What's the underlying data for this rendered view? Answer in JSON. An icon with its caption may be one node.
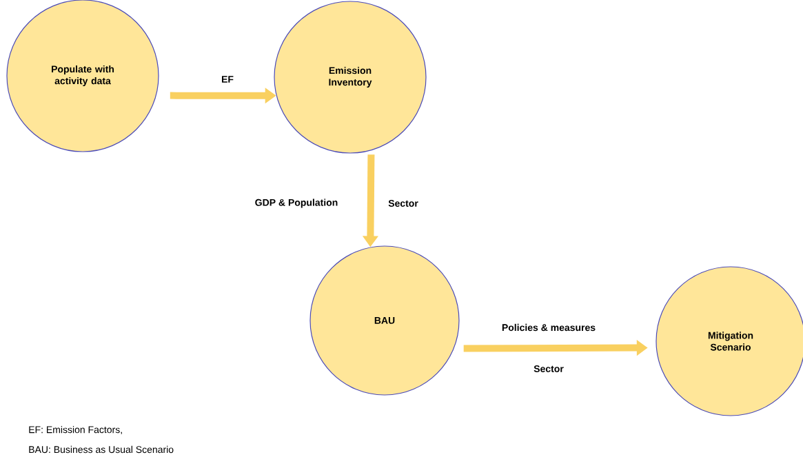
{
  "diagram": {
    "nodes": [
      {
        "text": [
          "Populate with activity data"
        ]
      },
      {
        "text": [
          "Emission Inventory"
        ]
      },
      {
        "text": [
          "BAU"
        ]
      },
      {
        "text": [
          "Mitigation Scenario"
        ]
      }
    ],
    "edges": [
      {
        "from": 0,
        "to": 1,
        "arrow": "to",
        "label": "EF"
      },
      {
        "from": 1,
        "to": 2,
        "arrow": "to",
        "label": "GDP & Population"
      },
      {
        "from": 2,
        "to": 3,
        "arrow": "to",
        "label": "Policies & measures"
      }
    ],
    "labels": [
      "Sector",
      "Sector",
      "EF: Emission Factors,",
      "BAU: Business as Usual Scenario"
    ]
  }
}
